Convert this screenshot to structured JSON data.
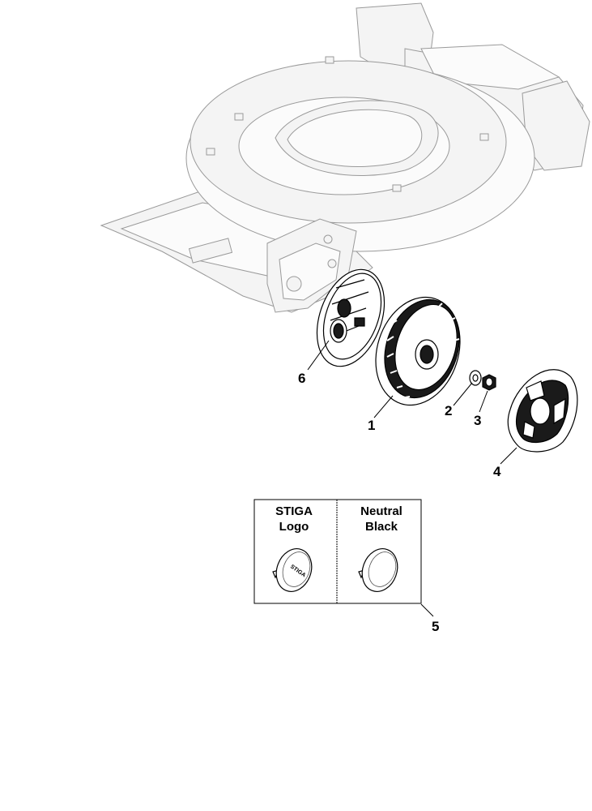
{
  "callouts": {
    "c1": "1",
    "c2": "2",
    "c3": "3",
    "c4": "4",
    "c5": "5",
    "c6": "6"
  },
  "variant_box": {
    "left_title_line1": "STIGA",
    "left_title_line2": "Logo",
    "right_title_line1": "Neutral",
    "right_title_line2": "Black",
    "cap_logo_text": "STIGA"
  },
  "colors": {
    "ghost_outline": "#9a9a9a",
    "part_outline": "#000000",
    "part_fill_light": "#ffffff",
    "part_fill_dark": "#1a1a1a"
  }
}
